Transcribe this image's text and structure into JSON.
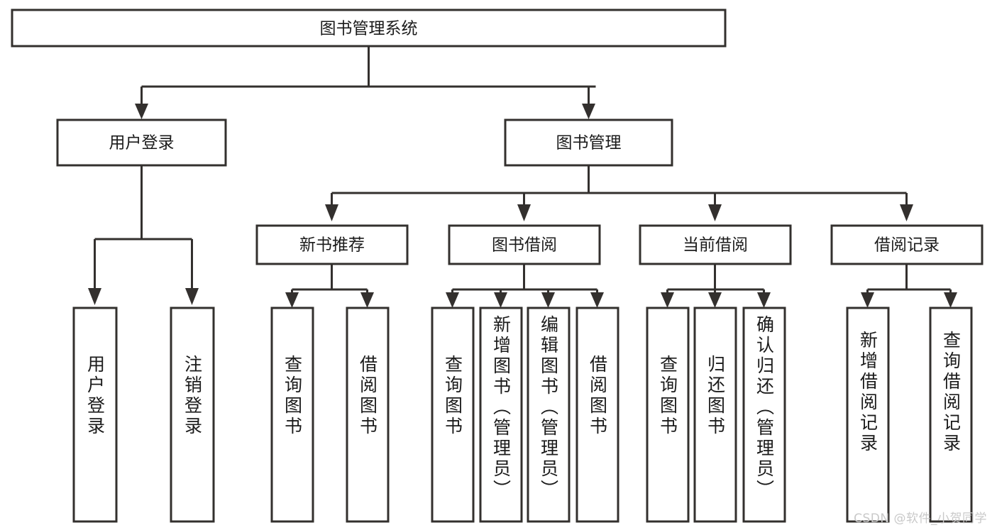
{
  "diagram": {
    "type": "tree",
    "title": "图书管理系统",
    "background_color": "#ffffff",
    "line_color": "#33302e",
    "text_color": "#1b1b1b",
    "root": {
      "id": "root",
      "label": "图书管理系统"
    },
    "level2": [
      {
        "id": "user-login",
        "label": "用户登录"
      },
      {
        "id": "book-manage",
        "label": "图书管理"
      }
    ],
    "level3": [
      {
        "id": "new-book-recommend",
        "label": "新书推荐",
        "parent": "book-manage"
      },
      {
        "id": "book-borrow",
        "label": "图书借阅",
        "parent": "book-manage"
      },
      {
        "id": "current-borrow",
        "label": "当前借阅",
        "parent": "book-manage"
      },
      {
        "id": "borrow-record",
        "label": "借阅记录",
        "parent": "book-manage"
      }
    ],
    "leaves": [
      {
        "id": "leaf-user-login",
        "label": "用户登录",
        "parent": "user-login"
      },
      {
        "id": "leaf-logout",
        "label": "注销登录",
        "parent": "user-login"
      },
      {
        "id": "leaf-query-book-1",
        "label": "查询图书",
        "parent": "new-book-recommend"
      },
      {
        "id": "leaf-borrow-book-1",
        "label": "借阅图书",
        "parent": "new-book-recommend"
      },
      {
        "id": "leaf-query-book-2",
        "label": "查询图书",
        "parent": "book-borrow"
      },
      {
        "id": "leaf-add-book",
        "label": "新增图书（管理员）",
        "parent": "book-borrow"
      },
      {
        "id": "leaf-edit-book",
        "label": "编辑图书（管理员）",
        "parent": "book-borrow"
      },
      {
        "id": "leaf-borrow-book-2",
        "label": "借阅图书",
        "parent": "book-borrow"
      },
      {
        "id": "leaf-query-book-3",
        "label": "查询图书",
        "parent": "current-borrow"
      },
      {
        "id": "leaf-return-book",
        "label": "归还图书",
        "parent": "current-borrow"
      },
      {
        "id": "leaf-confirm-return",
        "label": "确认归还（管理员）",
        "parent": "current-borrow"
      },
      {
        "id": "leaf-add-record",
        "label": "新增借阅记录",
        "parent": "borrow-record"
      },
      {
        "id": "leaf-query-record",
        "label": "查询借阅记录",
        "parent": "borrow-record"
      }
    ]
  },
  "watermark": {
    "text": "CSDN @软件_小贺同学"
  }
}
